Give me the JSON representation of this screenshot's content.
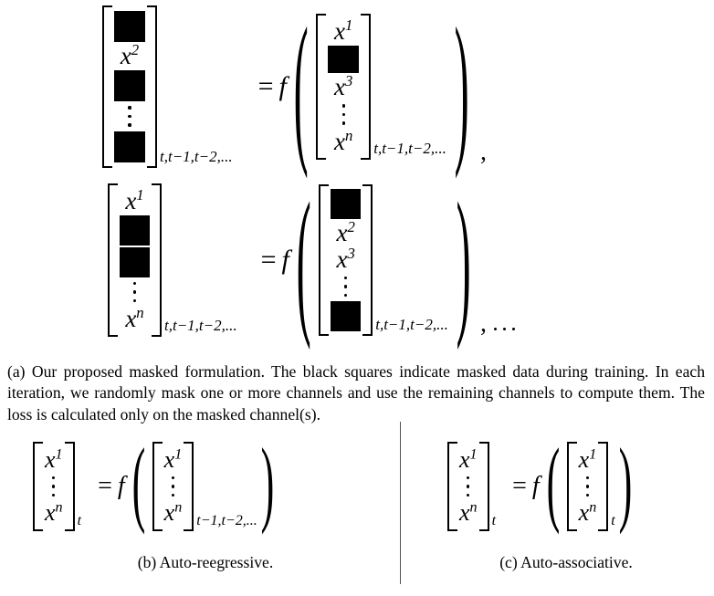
{
  "figure": {
    "panel_a": {
      "equations": [
        {
          "id": "eq-row-1",
          "lhs": {
            "entries": [
              {
                "type": "masked"
              },
              {
                "type": "symbol",
                "base": "x",
                "sup": "2"
              },
              {
                "type": "masked"
              },
              {
                "type": "vdots"
              },
              {
                "type": "masked"
              }
            ],
            "subscript": "t,t−1,t−2,..."
          },
          "relation": "=",
          "function": "f",
          "rhs": {
            "entries": [
              {
                "type": "symbol",
                "base": "x",
                "sup": "1"
              },
              {
                "type": "masked"
              },
              {
                "type": "symbol",
                "base": "x",
                "sup": "3"
              },
              {
                "type": "vdots"
              },
              {
                "type": "symbol",
                "base": "x",
                "sup": "n"
              }
            ],
            "subscript": "t,t−1,t−2,..."
          },
          "trailing": ","
        },
        {
          "id": "eq-row-2",
          "lhs": {
            "entries": [
              {
                "type": "symbol",
                "base": "x",
                "sup": "1"
              },
              {
                "type": "masked"
              },
              {
                "type": "masked"
              },
              {
                "type": "vdots"
              },
              {
                "type": "symbol",
                "base": "x",
                "sup": "n"
              }
            ],
            "subscript": "t,t−1,t−2,..."
          },
          "relation": "=",
          "function": "f",
          "rhs": {
            "entries": [
              {
                "type": "masked"
              },
              {
                "type": "symbol",
                "base": "x",
                "sup": "2"
              },
              {
                "type": "symbol",
                "base": "x",
                "sup": "3"
              },
              {
                "type": "vdots"
              },
              {
                "type": "masked"
              }
            ],
            "subscript": "t,t−1,t−2,..."
          },
          "trailing": ",",
          "trailing_dots": true
        }
      ],
      "caption": "(a) Our proposed masked formulation. The black squares indicate masked data during training. In each iteration, we randomly mask one or more channels and use the remaining channels to compute them. The loss is calculated only on the masked channel(s)."
    },
    "panel_b": {
      "equation": {
        "id": "eq-auto-regressive",
        "lhs": {
          "entries": [
            {
              "type": "symbol",
              "base": "x",
              "sup": "1"
            },
            {
              "type": "vdots"
            },
            {
              "type": "symbol",
              "base": "x",
              "sup": "n"
            }
          ],
          "subscript": "t"
        },
        "relation": "=",
        "function": "f",
        "rhs": {
          "entries": [
            {
              "type": "symbol",
              "base": "x",
              "sup": "1"
            },
            {
              "type": "vdots"
            },
            {
              "type": "symbol",
              "base": "x",
              "sup": "n"
            }
          ],
          "subscript": "t−1,t−2,..."
        }
      },
      "caption": "(b) Auto-reegressive."
    },
    "panel_c": {
      "equation": {
        "id": "eq-auto-associative",
        "lhs": {
          "entries": [
            {
              "type": "symbol",
              "base": "x",
              "sup": "1"
            },
            {
              "type": "vdots"
            },
            {
              "type": "symbol",
              "base": "x",
              "sup": "n"
            }
          ],
          "subscript": "t"
        },
        "relation": "=",
        "function": "f",
        "rhs": {
          "entries": [
            {
              "type": "symbol",
              "base": "x",
              "sup": "1"
            },
            {
              "type": "vdots"
            },
            {
              "type": "symbol",
              "base": "x",
              "sup": "n"
            }
          ],
          "subscript": "t"
        }
      },
      "caption": "(c) Auto-associative."
    },
    "colors": {
      "ink": "#000000",
      "mask_square": "#000000",
      "divider": "#555555",
      "background": "#ffffff"
    }
  }
}
